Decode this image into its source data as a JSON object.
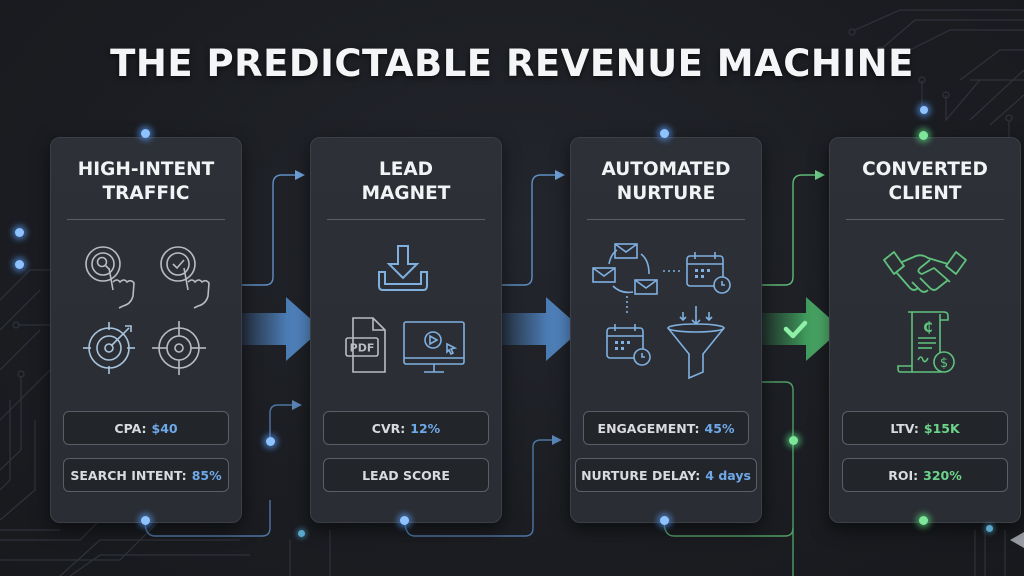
{
  "title": "THE PREDICTABLE REVENUE MACHINE",
  "colors": {
    "background": "#1b1d22",
    "panel": "#2c2f35",
    "accent_blue": "#6fa8e8",
    "accent_green": "#6cd48a",
    "text": "#f2f3f5"
  },
  "stages": [
    {
      "title": "HIGH-INTENT\nTRAFFIC",
      "icons": [
        "search-click-icon",
        "check-click-icon",
        "target-arrow-icon",
        "crosshair-icon"
      ],
      "metrics": [
        {
          "label": "CPA:",
          "value": "$40"
        },
        {
          "label": "SEARCH INTENT:",
          "value": "85%"
        }
      ]
    },
    {
      "title": "LEAD\nMAGNET",
      "icons": [
        "download-icon",
        "pdf-file-icon",
        "video-monitor-icon"
      ],
      "metrics": [
        {
          "label": "CVR:",
          "value": "12%"
        },
        {
          "label": "LEAD SCORE",
          "value": ""
        }
      ]
    },
    {
      "title": "AUTOMATED\nNURTURE",
      "icons": [
        "email-cycle-icon",
        "calendar-clock-icon",
        "calendar-clock-icon",
        "funnel-icon"
      ],
      "metrics": [
        {
          "label": "ENGAGEMENT:",
          "value": "45%"
        },
        {
          "label": "NURTURE DELAY:",
          "value": "4 days"
        }
      ]
    },
    {
      "title": "CONVERTED\nCLIENT",
      "icons": [
        "handshake-icon",
        "invoice-dollar-icon"
      ],
      "metrics": [
        {
          "label": "LTV:",
          "value": "$15K"
        },
        {
          "label": "ROI:",
          "value": "320%"
        }
      ]
    }
  ],
  "connectors": [
    {
      "from": "HIGH-INTENT TRAFFIC",
      "to": "LEAD MAGNET",
      "color": "blue",
      "icon": "arrow-right-icon"
    },
    {
      "from": "LEAD MAGNET",
      "to": "AUTOMATED NURTURE",
      "color": "blue",
      "icon": "arrow-right-icon"
    },
    {
      "from": "AUTOMATED NURTURE",
      "to": "CONVERTED CLIENT",
      "color": "green",
      "icon": "checkmark-icon"
    }
  ]
}
